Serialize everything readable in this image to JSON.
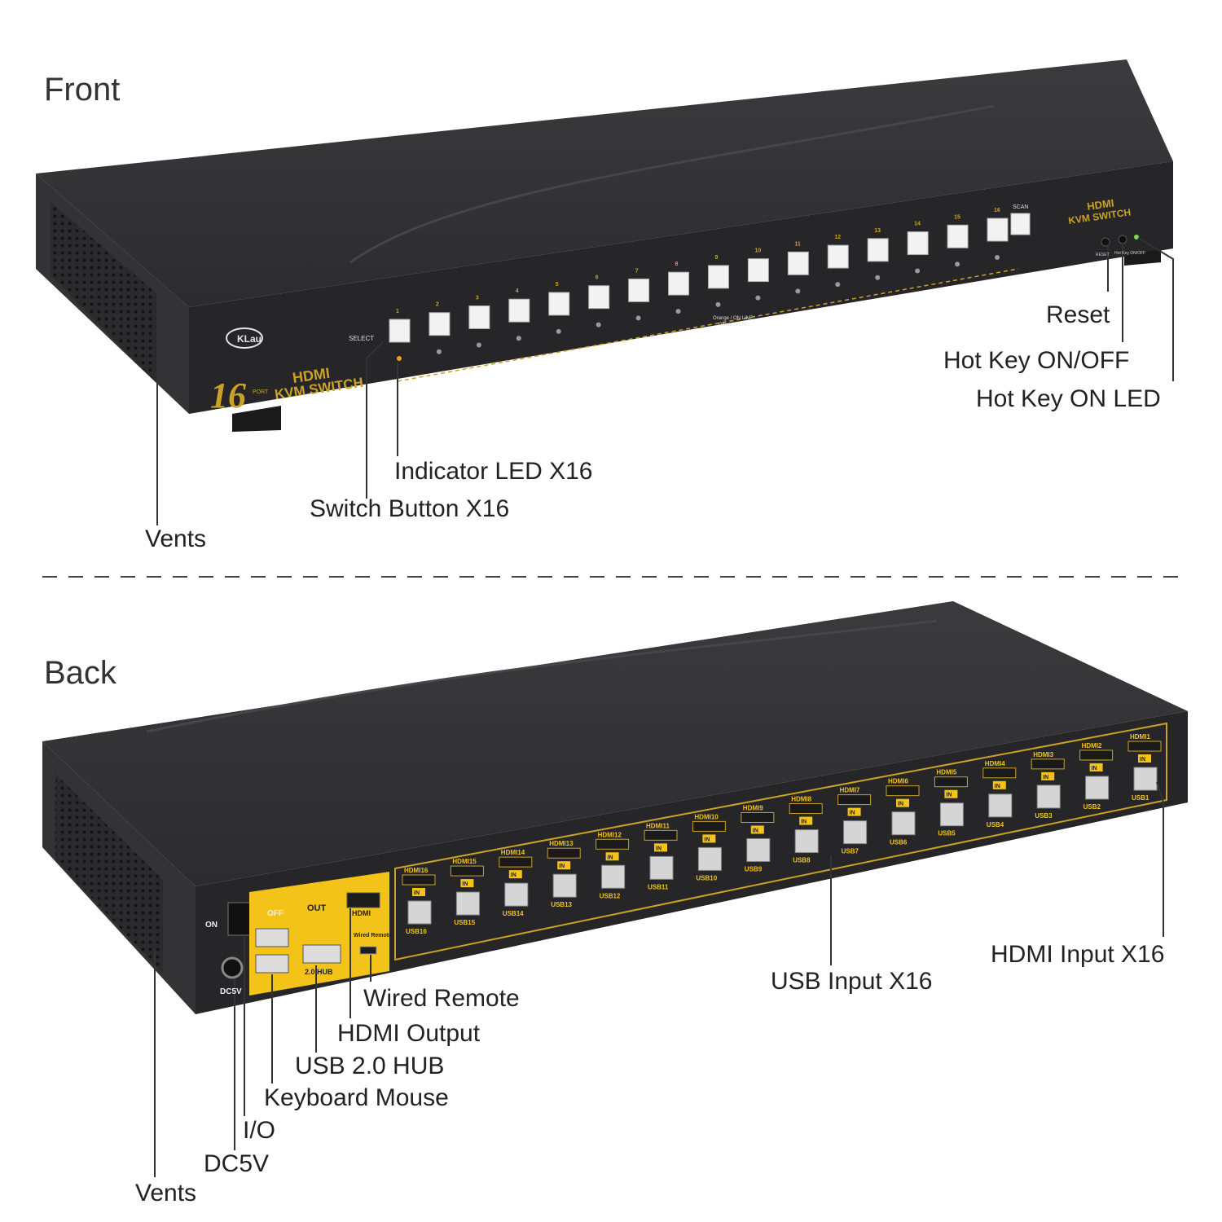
{
  "sections": {
    "front": "Front",
    "back": "Back"
  },
  "device": {
    "brand": "KLau",
    "port_count": "16",
    "port_word": "PORT",
    "model_line1": "HDMI",
    "model_line2": "KVM SWITCH",
    "select_label": "SELECT",
    "scan_label": "SCAN",
    "reset_small": "RESET",
    "hotkey_small": "Hot Key ON/OFF",
    "led_legend_1": "Orange / ON LINE",
    "led_legend_2": "Green / RUN",
    "front_button_numbers": [
      "1",
      "2",
      "3",
      "4",
      "5",
      "6",
      "7",
      "8",
      "9",
      "10",
      "11",
      "12",
      "13",
      "14",
      "15",
      "16"
    ],
    "back": {
      "on": "ON",
      "off": "OFF",
      "dc": "DC5V",
      "out": "OUT",
      "hdmi": "HDMI",
      "wired_remote": "Wired Remote",
      "hub": "2.0 HUB",
      "in": "IN",
      "usb": "USB",
      "port_numbers": [
        "16",
        "15",
        "14",
        "13",
        "12",
        "11",
        "10",
        "9",
        "8",
        "7",
        "6",
        "5",
        "4",
        "3",
        "2",
        "1"
      ]
    }
  },
  "callouts": {
    "reset": "Reset",
    "hotkey_onoff": "Hot Key ON/OFF",
    "hotkey_led": "Hot Key ON LED",
    "indicator_led": "Indicator LED X16",
    "switch_button": "Switch Button X16",
    "vents_front": "Vents",
    "hdmi_input": "HDMI Input X16",
    "usb_input": "USB Input X16",
    "wired_remote": "Wired Remote",
    "hdmi_output": "HDMI Output",
    "usb_hub": "USB 2.0 HUB",
    "kb_mouse": "Keyboard Mouse",
    "io": "I/O",
    "dc5v": "DC5V",
    "vents_back": "Vents"
  },
  "colors": {
    "body": "#2e2e30",
    "top": "#3a3a3c",
    "gold": "#c9a227",
    "yellow": "#f3c31a",
    "led_green": "#7fdc4a"
  }
}
